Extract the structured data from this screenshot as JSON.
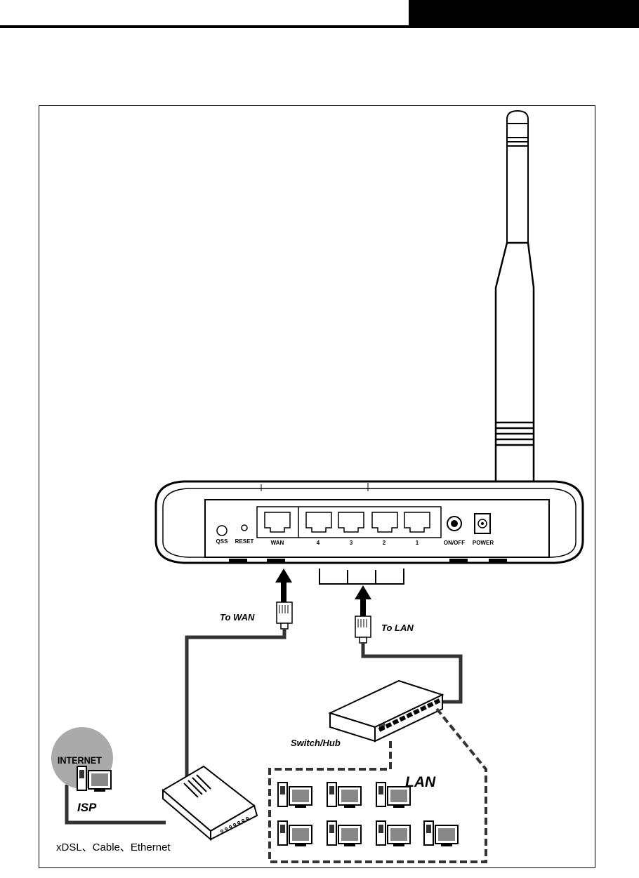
{
  "router": {
    "ports": {
      "qss": "QSS",
      "reset": "RESET",
      "wan": "WAN",
      "lan4": "4",
      "lan3": "3",
      "lan2": "2",
      "lan1": "1",
      "on_off": "ON/OFF",
      "power": "POWER"
    }
  },
  "labels": {
    "to_wan": "To WAN",
    "to_lan": "To LAN",
    "switch_hub": "Switch/Hub",
    "lan": "LAN",
    "internet": "INTERNET",
    "isp": "ISP",
    "modem_types": "xDSL、Cable、Ethernet"
  }
}
